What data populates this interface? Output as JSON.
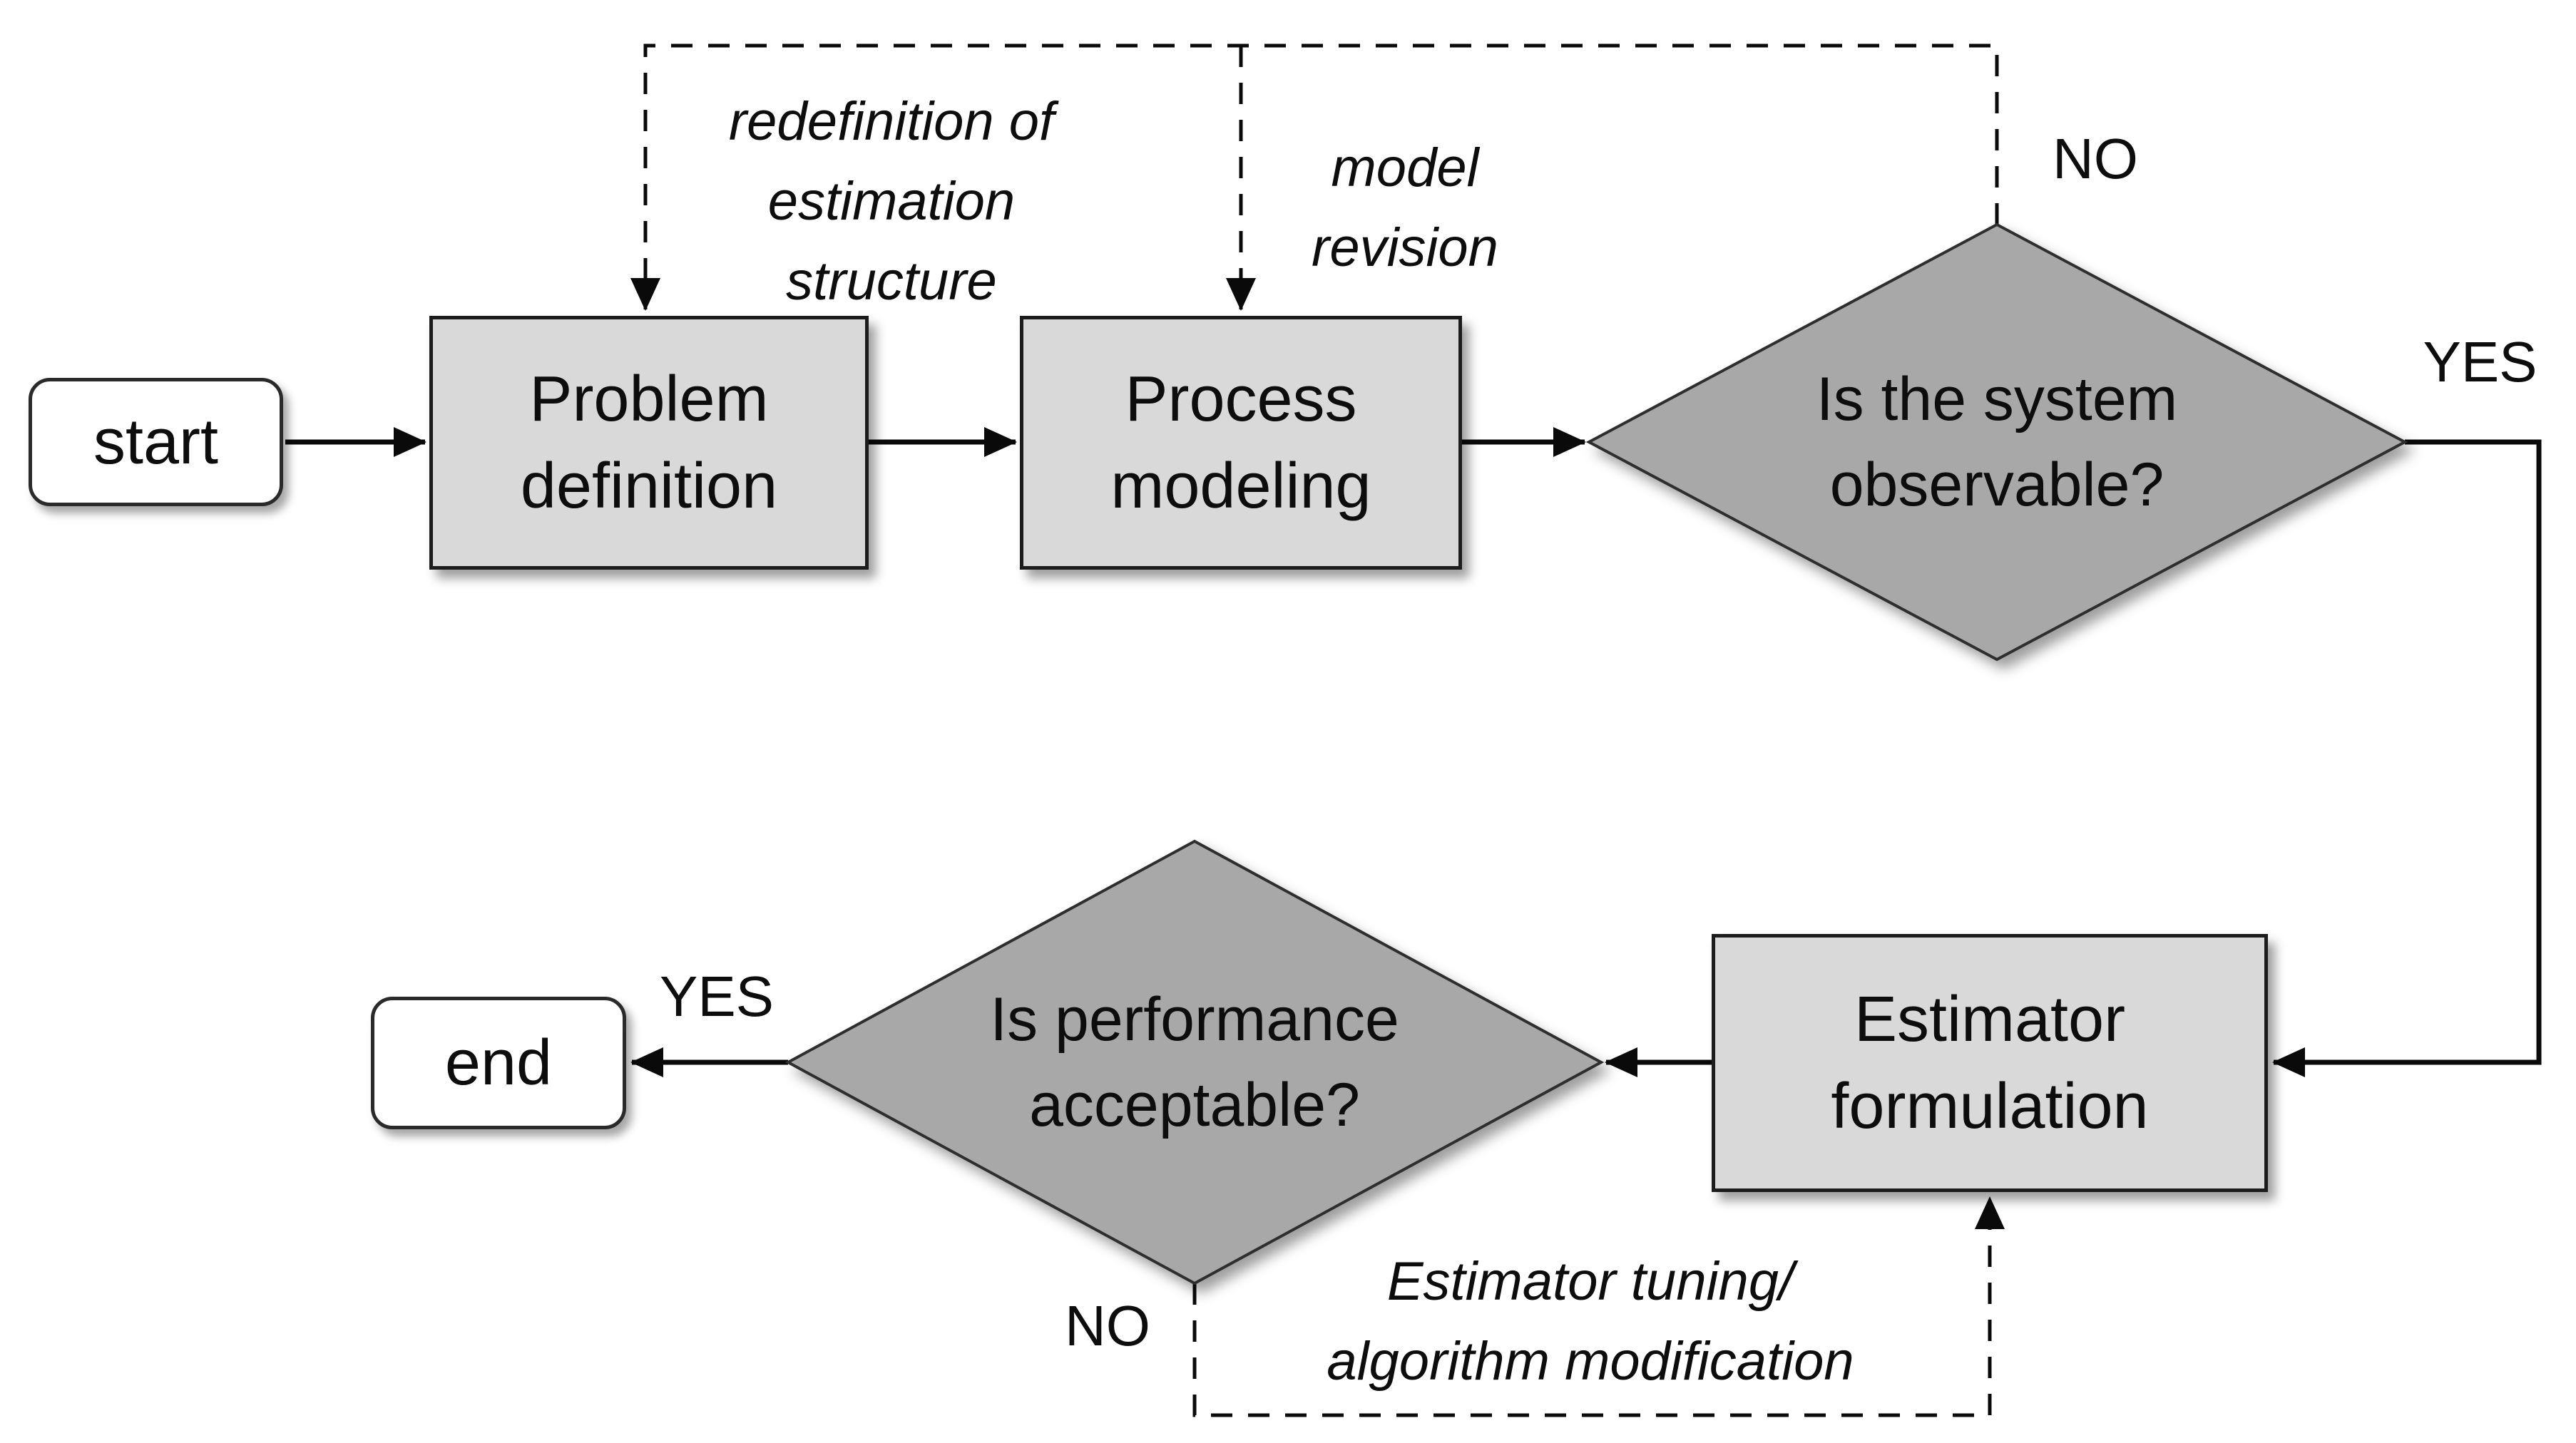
{
  "flowchart": {
    "nodes": {
      "start": "start",
      "problem_definition": "Problem definition",
      "process_modeling": "Process modeling",
      "observable_decision": "Is the system observable?",
      "estimator_formulation": "Estimator formulation",
      "performance_decision": "Is performance acceptable?",
      "end": "end"
    },
    "branch_labels": {
      "observable_no": "NO",
      "observable_yes": "YES",
      "performance_yes": "YES",
      "performance_no": "NO"
    },
    "feedback_notes": {
      "redefinition": {
        "line1": "redefinition of",
        "line2": "estimation",
        "line3": "structure"
      },
      "model_revision": {
        "line1": "model",
        "line2": "revision"
      },
      "estimator_tuning": {
        "line1": "Estimator tuning/",
        "line2": "algorithm modification"
      }
    },
    "colors": {
      "process_box_fill": "#d9d9d9",
      "decision_fill": "#a8a8a8",
      "terminal_fill": "#ffffff",
      "connector": "#0a0a0a",
      "text": "#0d0d0d"
    }
  }
}
